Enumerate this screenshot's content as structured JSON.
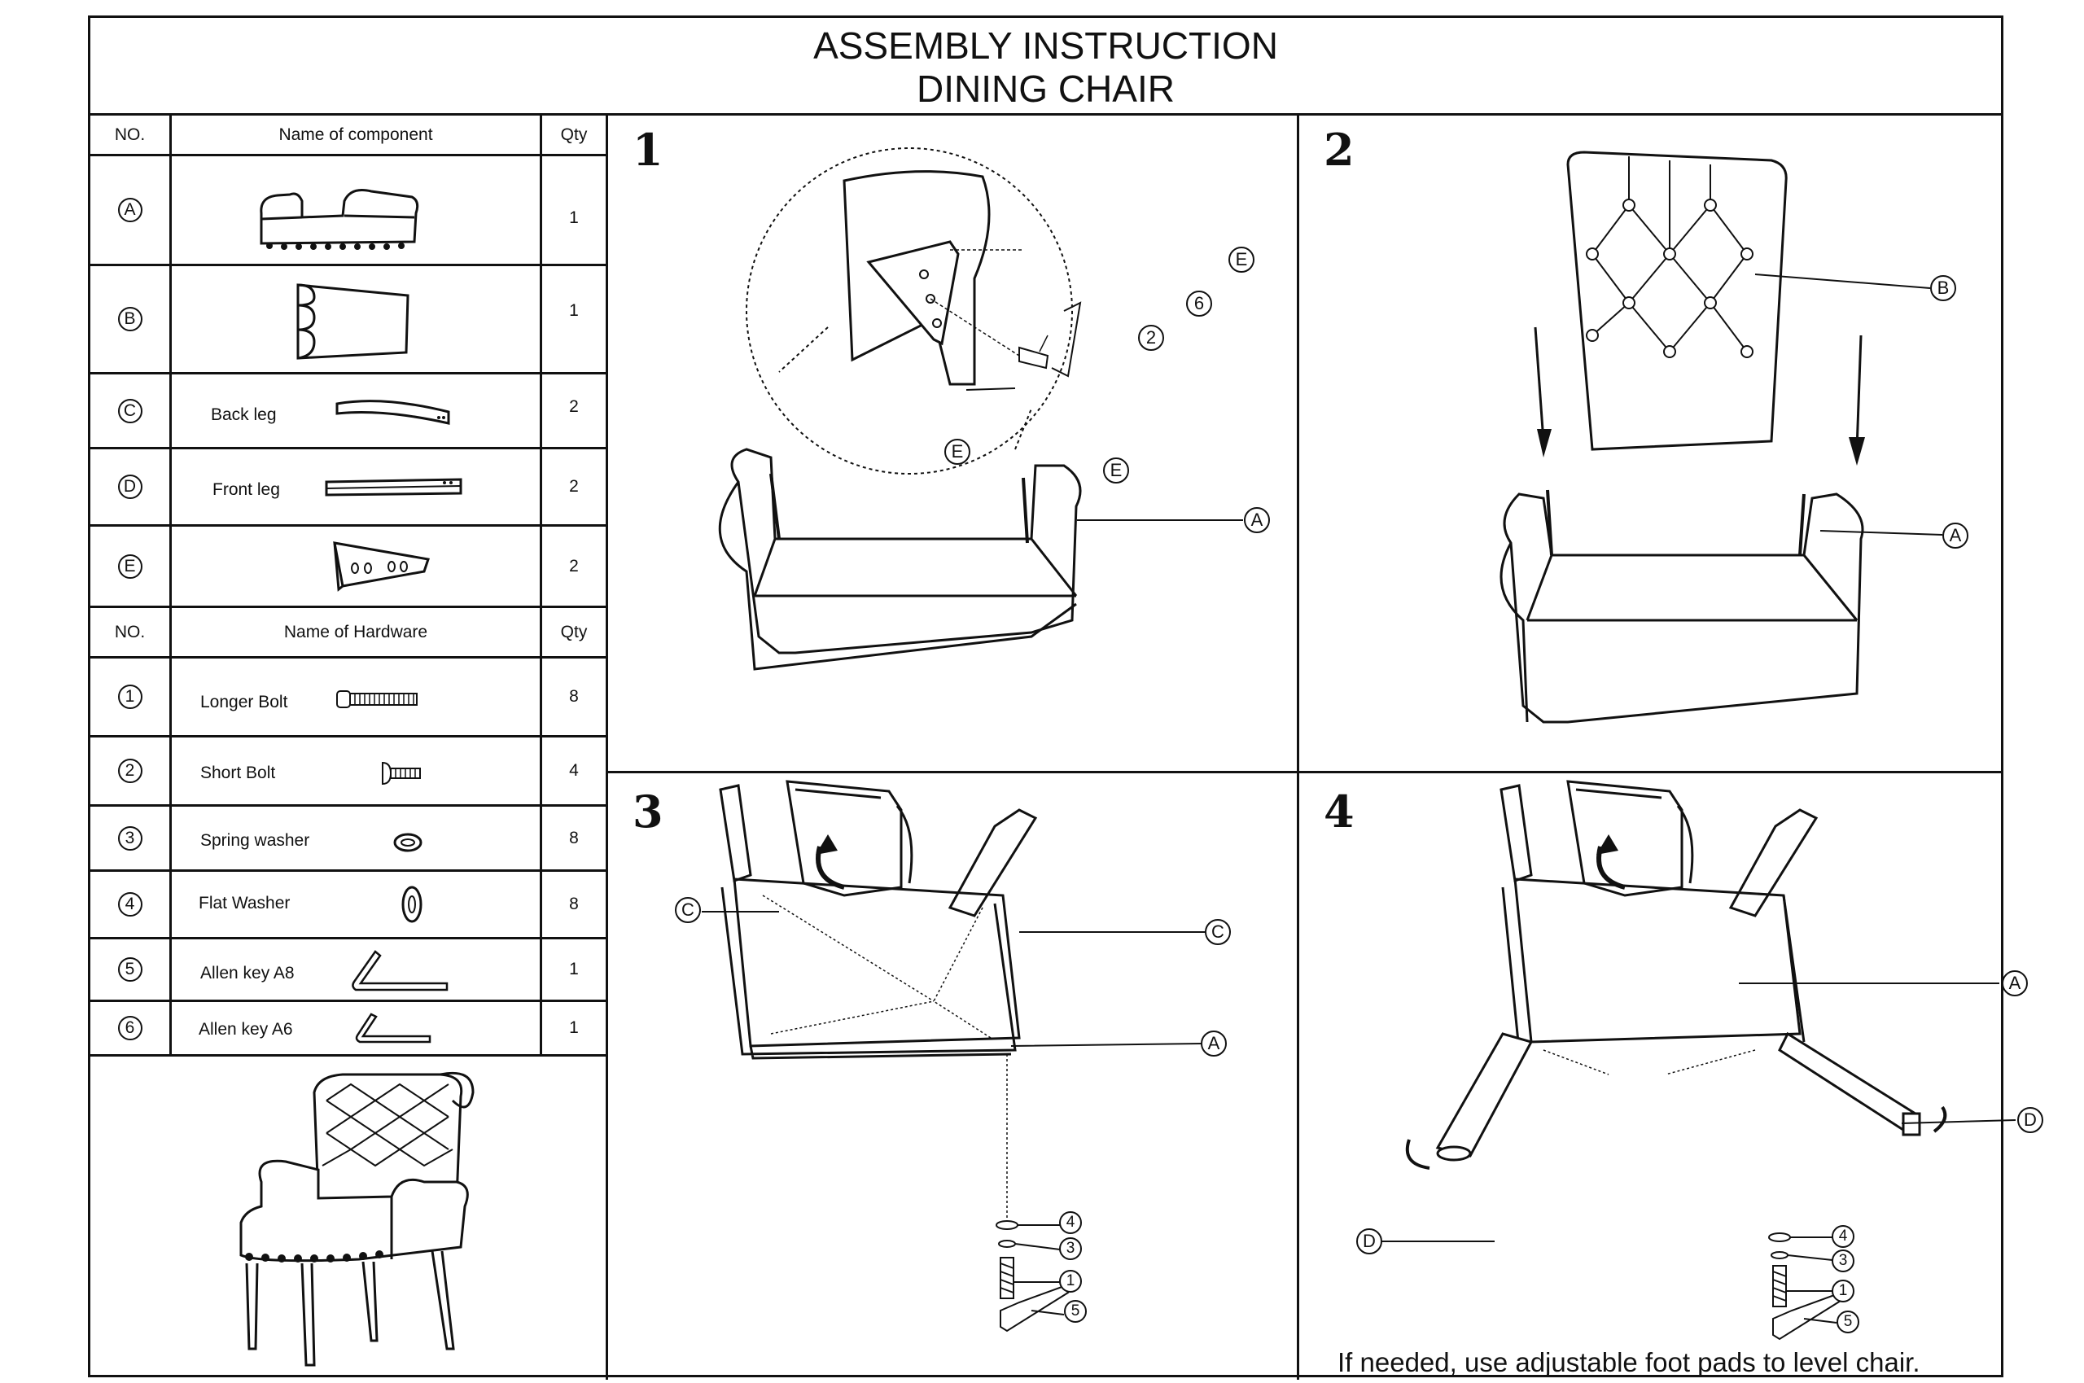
{
  "title": {
    "line1": "ASSEMBLY INSTRUCTION",
    "line2": "DINING CHAIR"
  },
  "components": {
    "header": {
      "no": "NO.",
      "name": "Name of component",
      "qty": "Qty"
    },
    "rows": [
      {
        "id": "A",
        "name": "",
        "qty": "1"
      },
      {
        "id": "B",
        "name": "",
        "qty": "1"
      },
      {
        "id": "C",
        "name": "Back leg",
        "qty": "2"
      },
      {
        "id": "D",
        "name": "Front leg",
        "qty": "2"
      },
      {
        "id": "E",
        "name": "",
        "qty": "2"
      }
    ]
  },
  "hardware": {
    "header": {
      "no": "NO.",
      "name": "Name of Hardware",
      "qty": "Qty"
    },
    "rows": [
      {
        "id": "1",
        "name": "Longer Bolt",
        "qty": "8"
      },
      {
        "id": "2",
        "name": "Short Bolt",
        "qty": "4"
      },
      {
        "id": "3",
        "name": "Spring washer",
        "qty": "8"
      },
      {
        "id": "4",
        "name": "Flat Washer",
        "qty": "8"
      },
      {
        "id": "5",
        "name": "Allen key  A8",
        "qty": "1"
      },
      {
        "id": "6",
        "name": "Allen key  A6",
        "qty": "1"
      }
    ]
  },
  "steps": {
    "s1": {
      "num": "1",
      "callouts": [
        "E",
        "2",
        "6",
        "E",
        "E",
        "A"
      ]
    },
    "s2": {
      "num": "2",
      "callouts": [
        "B",
        "A"
      ]
    },
    "s3": {
      "num": "3",
      "callouts": [
        "C",
        "C",
        "A",
        "4",
        "3",
        "1",
        "5"
      ]
    },
    "s4": {
      "num": "4",
      "callouts": [
        "A",
        "D",
        "D",
        "4",
        "3",
        "1",
        "5"
      ],
      "note": "If needed, use adjustable foot pads to level chair."
    }
  }
}
